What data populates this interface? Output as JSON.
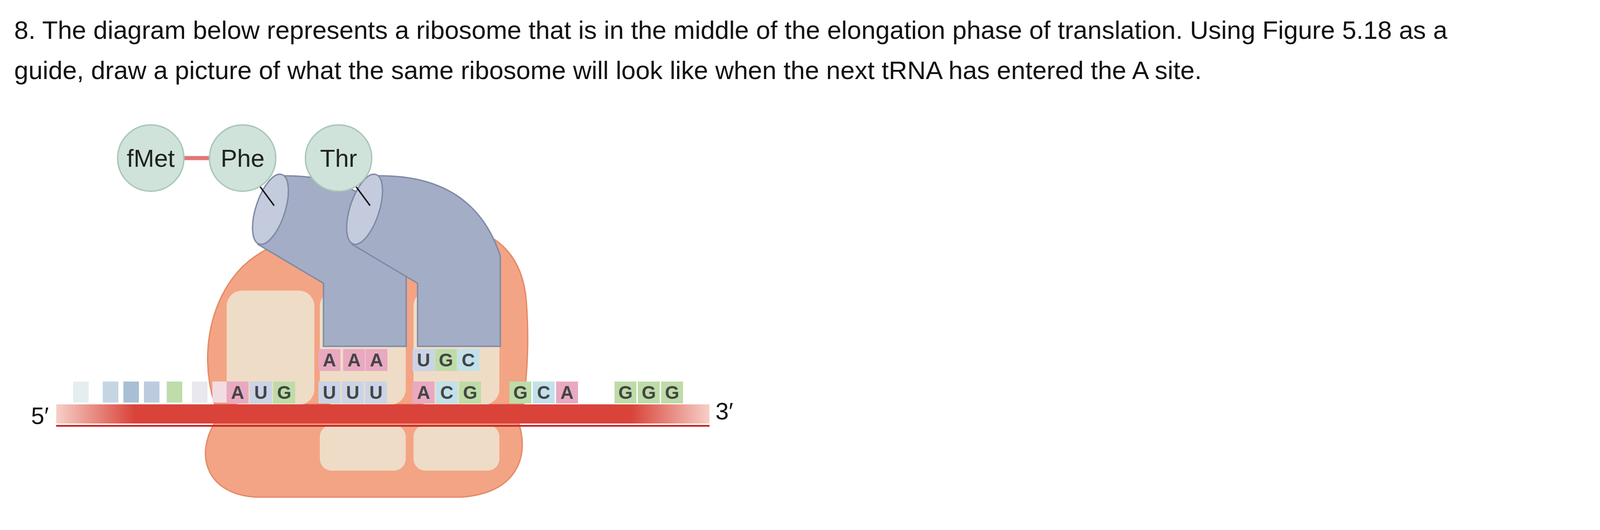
{
  "diagram": {
    "title": "8. The diagram below represents a ribosome that is in the middle of the elongation phase of translation. Using Figure 5.18 as a guide, draw a picture of what the same ribosome will look like when the next tRNA has entered the A site.",
    "nodes": [
      {
        "text": [
          "fMet"
        ]
      },
      {
        "text": [
          "Phe"
        ]
      },
      {
        "text": [
          "Thr"
        ]
      }
    ],
    "edges": [
      {
        "from": 0,
        "to": 1,
        "arrow": "none"
      }
    ],
    "labels": [
      "A",
      "A",
      "A",
      "U",
      "G",
      "C",
      "5′",
      "A",
      "U",
      "G",
      "U",
      "U",
      "U",
      "A",
      "C",
      "G",
      "G",
      "C",
      "A",
      "G",
      "G",
      "G",
      "3′"
    ]
  }
}
